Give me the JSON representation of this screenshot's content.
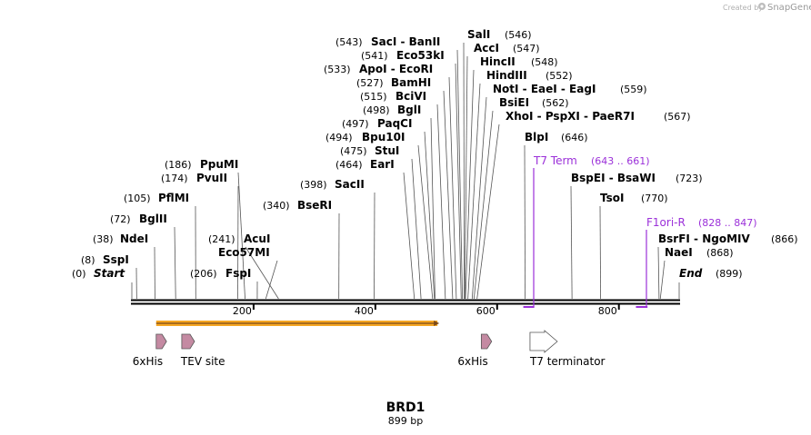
{
  "credit": {
    "prefix": "Created by",
    "brand": "SnapGene"
  },
  "sequence": {
    "name": "BRD1",
    "length_label": "899 bp",
    "length": 899
  },
  "colors": {
    "primer": "#9b30d9",
    "feature_tag": "#c48aa2",
    "orf": "#f5a623",
    "backbone": "#000000"
  },
  "ruler_ticks": [
    {
      "pos": 200,
      "label": "200"
    },
    {
      "pos": 400,
      "label": "400"
    },
    {
      "pos": 600,
      "label": "600"
    },
    {
      "pos": 800,
      "label": "800"
    }
  ],
  "sites": [
    {
      "name": "Start",
      "pos_label": "(0)",
      "pos": 0,
      "italic": true
    },
    {
      "name": "SspI",
      "pos_label": "(8)",
      "pos": 8
    },
    {
      "name": "NdeI",
      "pos_label": "(38)",
      "pos": 38
    },
    {
      "name": "BglII",
      "pos_label": "(72)",
      "pos": 72
    },
    {
      "name": "PflMI",
      "pos_label": "(105)",
      "pos": 105
    },
    {
      "name": "PvuII",
      "pos_label": "(174)",
      "pos": 174
    },
    {
      "name": "PpuMI",
      "pos_label": "(186)",
      "pos": 186
    },
    {
      "name": "FspI",
      "pos_label": "(206)",
      "pos": 206
    },
    {
      "name": "Eco57MI",
      "pos_label": "",
      "pos": 220
    },
    {
      "name": "AcuI",
      "pos_label": "(241)",
      "pos": 241
    },
    {
      "name": "BseRI",
      "pos_label": "(340)",
      "pos": 340
    },
    {
      "name": "SacII",
      "pos_label": "(398)",
      "pos": 398
    },
    {
      "name": "EarI",
      "pos_label": "(464)",
      "pos": 464
    },
    {
      "name": "StuI",
      "pos_label": "(475)",
      "pos": 475
    },
    {
      "name": "Bpu10I",
      "pos_label": "(494)",
      "pos": 494
    },
    {
      "name": "PaqCI",
      "pos_label": "(497)",
      "pos": 497
    },
    {
      "name": "BglI",
      "pos_label": "(498)",
      "pos": 498
    },
    {
      "name": "BciVI",
      "pos_label": "(515)",
      "pos": 515
    },
    {
      "name": "BamHI",
      "pos_label": "(527)",
      "pos": 527
    },
    {
      "name": "ApoI - EcoRI",
      "pos_label": "(533)",
      "pos": 533
    },
    {
      "name": "Eco53kI",
      "pos_label": "(541)",
      "pos": 541
    },
    {
      "name": "SacI - BanII",
      "pos_label": "(543)",
      "pos": 543
    },
    {
      "name": "SalI",
      "pos_label": "(546)",
      "pos": 546
    },
    {
      "name": "AccI",
      "pos_label": "(547)",
      "pos": 547
    },
    {
      "name": "HincII",
      "pos_label": "(548)",
      "pos": 548
    },
    {
      "name": "HindIII",
      "pos_label": "(552)",
      "pos": 552
    },
    {
      "name": "NotI - EaeI - EagI",
      "pos_label": "(559)",
      "pos": 559
    },
    {
      "name": "BsiEI",
      "pos_label": "(562)",
      "pos": 562
    },
    {
      "name": "XhoI - PspXI - PaeR7I",
      "pos_label": "(567)",
      "pos": 567
    },
    {
      "name": "BlpI",
      "pos_label": "(646)",
      "pos": 646
    },
    {
      "name": "BspEI - BsaWI",
      "pos_label": "(723)",
      "pos": 723
    },
    {
      "name": "TsoI",
      "pos_label": "(770)",
      "pos": 770
    },
    {
      "name": "BsrFI - NgoMIV",
      "pos_label": "(866)",
      "pos": 866
    },
    {
      "name": "NaeI",
      "pos_label": "(868)",
      "pos": 868
    },
    {
      "name": "End",
      "pos_label": "(899)",
      "pos": 899,
      "italic": true
    }
  ],
  "primers": [
    {
      "name": "T7 Term",
      "range": "(643 .. 661)",
      "start": 643,
      "end": 661
    },
    {
      "name": "F1ori-R",
      "range": "(828 .. 847)",
      "start": 828,
      "end": 847
    }
  ],
  "orf": {
    "start": 40,
    "end": 505
  },
  "features": [
    {
      "name": "6xHis",
      "start": 40,
      "end": 57,
      "kind": "tag"
    },
    {
      "name": "TEV site",
      "start": 82,
      "end": 103,
      "kind": "tag"
    },
    {
      "name": "6xHis",
      "start": 574,
      "end": 591,
      "kind": "tag"
    },
    {
      "name": "T7 terminator",
      "start": 654,
      "end": 700,
      "kind": "terminator"
    }
  ]
}
